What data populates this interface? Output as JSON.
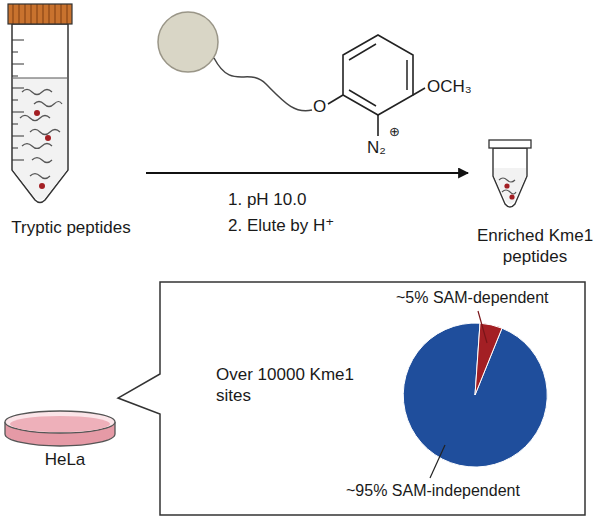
{
  "diagram": {
    "nodes": [
      {
        "text": [
          "Tryptic peptides"
        ]
      },
      {
        "text": [
          "Enriched Kme1 peptides"
        ]
      },
      {
        "text": [
          "HeLa"
        ]
      },
      {
        "text": [
          "Over 10000 Kme1 sites"
        ]
      }
    ],
    "edges": [
      {
        "from": 0,
        "to": 1,
        "arrow": "to"
      }
    ],
    "labels": [
      "O",
      "OCH₃",
      "N₂",
      "⊕",
      "1. pH 10.0",
      "2. Elute by H⁺",
      "~5% SAM-dependent",
      "~95% SAM-independent"
    ]
  }
}
